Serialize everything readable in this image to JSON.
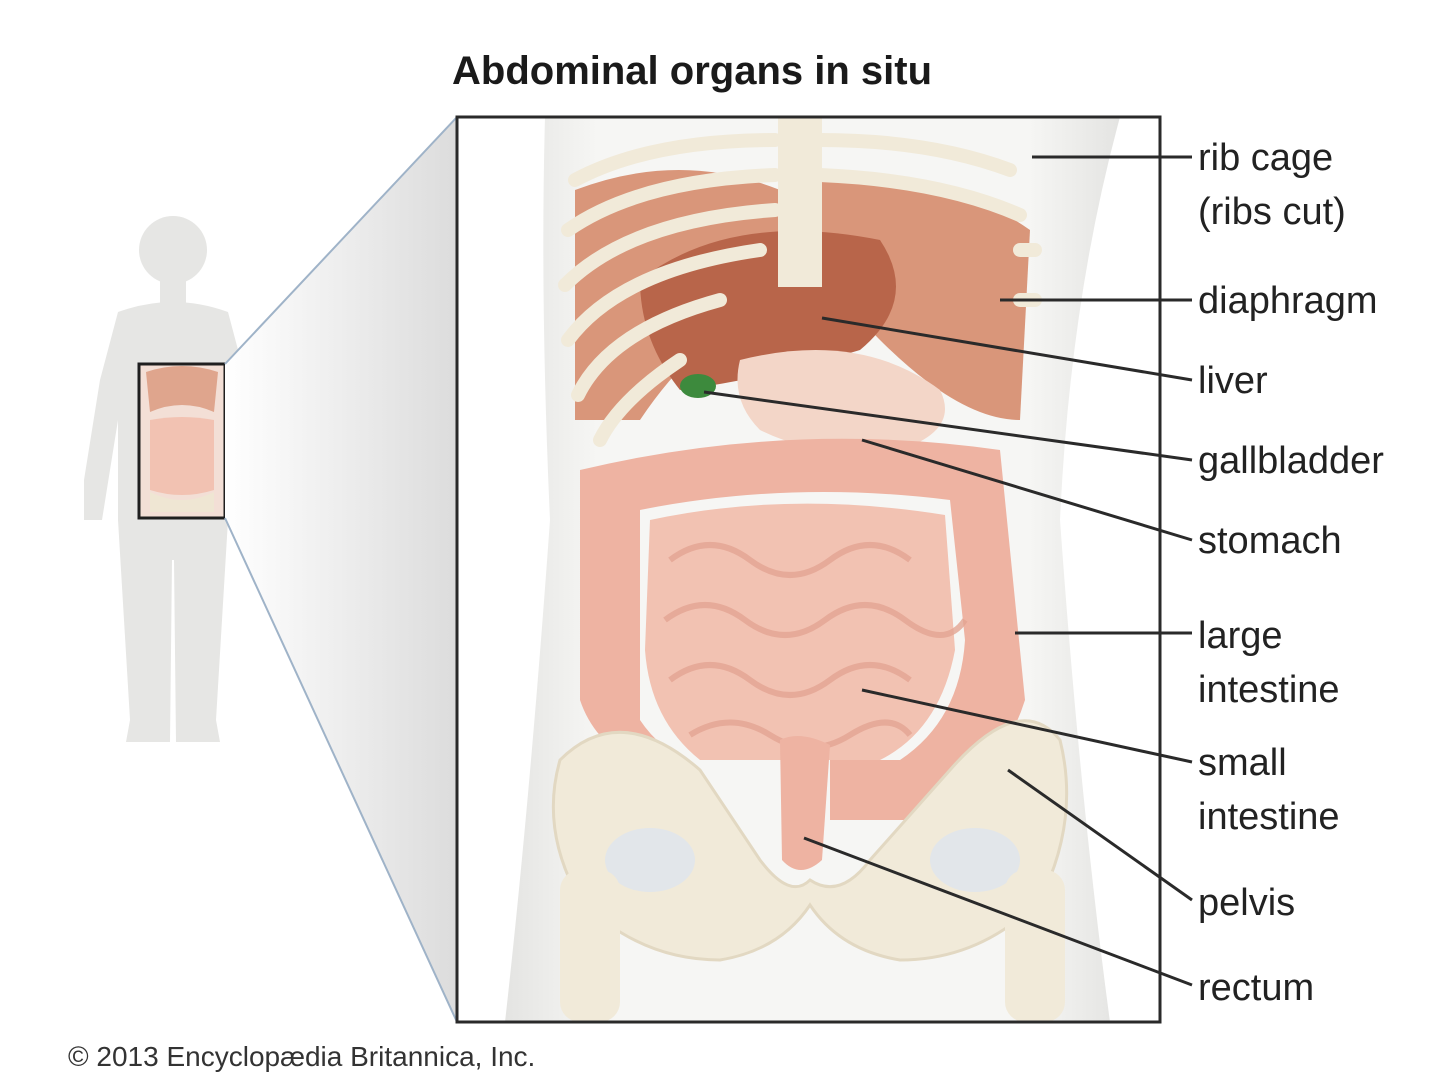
{
  "title": "Abdominal organs in situ",
  "credit": "© 2013 Encyclopædia Britannica, Inc.",
  "labels": {
    "rib_cage": [
      "rib cage",
      "(ribs cut)"
    ],
    "diaphragm": [
      "diaphragm"
    ],
    "liver": [
      "liver"
    ],
    "gallbladder": [
      "gallbladder"
    ],
    "stomach": [
      "stomach"
    ],
    "large_intestine": [
      "large",
      "intestine"
    ],
    "small_intestine": [
      "small",
      "intestine"
    ],
    "pelvis": [
      "pelvis"
    ],
    "rectum": [
      "rectum"
    ]
  },
  "colors": {
    "body": "#ececea",
    "bone": "#f1ead9",
    "muscle": "#d9967a",
    "liver": "#b8654a",
    "intestine": "#f2c2b2",
    "gallbladder": "#3d8a3d",
    "frame": "#2a2a2a"
  }
}
